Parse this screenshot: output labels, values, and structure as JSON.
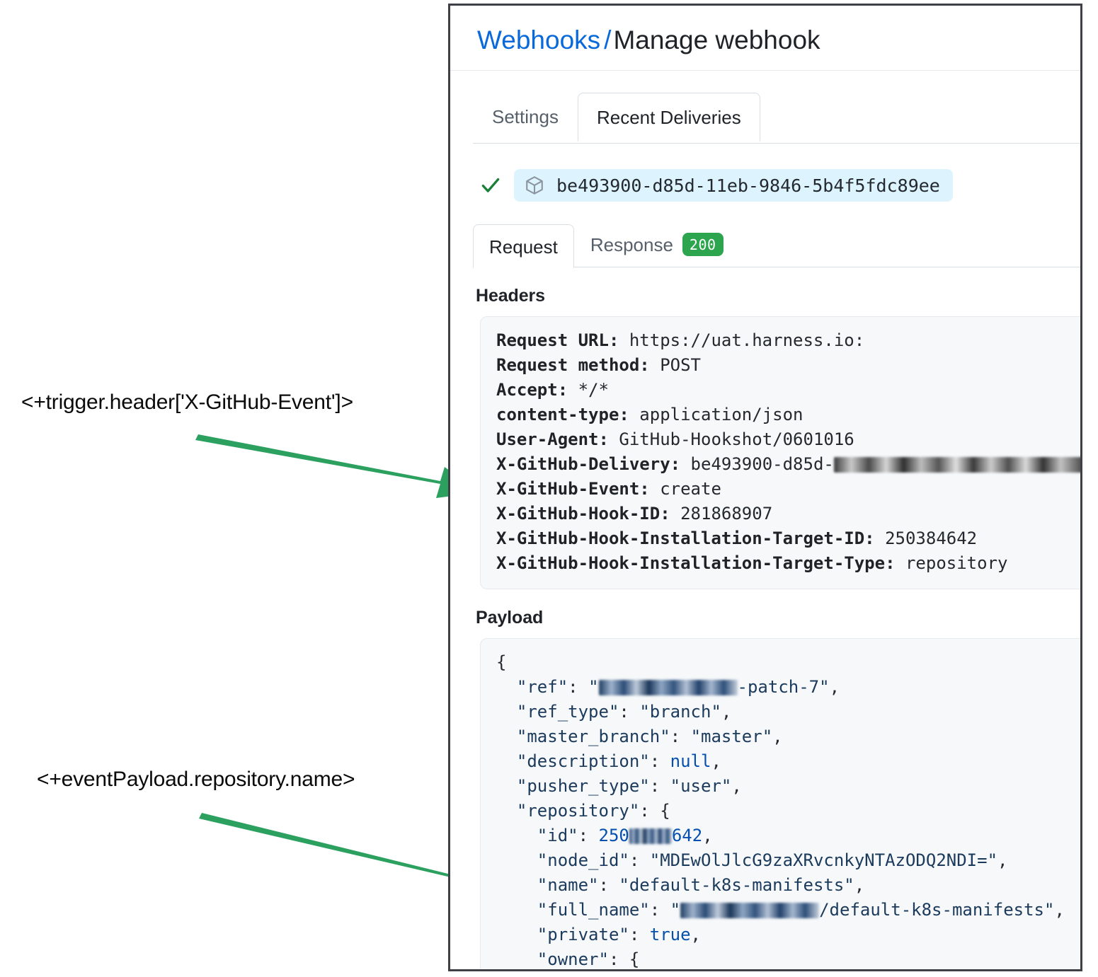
{
  "annotations": [
    {
      "id": "trigger-header",
      "text": "<+trigger.header['X-GitHub-Event']>",
      "arrow_color": "#2ba05f"
    },
    {
      "id": "event-payload",
      "text": "<+eventPayload.repository.name>",
      "arrow_color": "#2ba05f"
    }
  ],
  "panel": {
    "breadcrumb": {
      "parent": "Webhooks",
      "separator": "/",
      "current": "Manage webhook",
      "link_color": "#0969da"
    },
    "tabs": [
      {
        "label": "Settings",
        "selected": false
      },
      {
        "label": "Recent Deliveries",
        "selected": true
      }
    ],
    "delivery": {
      "status_icon": "check-icon",
      "package_icon": "package-icon",
      "guid": "be493900-d85d-11eb-9846-5b4f5fdc89ee",
      "pill_bg": "#ddf4ff",
      "check_color": "#1a7f37"
    },
    "subtabs": [
      {
        "label": "Request",
        "selected": true,
        "badge": null
      },
      {
        "label": "Response",
        "selected": false,
        "badge": "200",
        "badge_color": "#2da44e"
      }
    ],
    "headers_section": {
      "title": "Headers",
      "lines": [
        {
          "key": "Request URL:",
          "value": "https://uat.harness.io:"
        },
        {
          "key": "Request method:",
          "value": "POST"
        },
        {
          "key": "Accept:",
          "value": "*/*"
        },
        {
          "key": "content-type:",
          "value": "application/json"
        },
        {
          "key": "User-Agent:",
          "value": "GitHub-Hookshot/0601016"
        },
        {
          "key": "X-GitHub-Delivery:",
          "value": "be493900-d85d-11eb-9846-5b4f5fdc89ee",
          "visible_value": "be493900-d85d-",
          "redacted_tail": true
        },
        {
          "key": "X-GitHub-Event:",
          "value": "create"
        },
        {
          "key": "X-GitHub-Hook-ID:",
          "value": "281868907"
        },
        {
          "key": "X-GitHub-Hook-Installation-Target-ID:",
          "value": "250384642"
        },
        {
          "key": "X-GitHub-Hook-Installation-Target-Type:",
          "value": "repository"
        }
      ]
    },
    "payload_section": {
      "title": "Payload",
      "lines": [
        {
          "indent": 0,
          "text": "{"
        },
        {
          "indent": 1,
          "key": "\"ref\"",
          "value": "\"[redacted]-patch-7\"",
          "redacted_prefix": true,
          "visible_suffix": "-patch-7",
          "type": "string"
        },
        {
          "indent": 1,
          "key": "\"ref_type\"",
          "value": "\"branch\"",
          "type": "string"
        },
        {
          "indent": 1,
          "key": "\"master_branch\"",
          "value": "\"master\"",
          "type": "string"
        },
        {
          "indent": 1,
          "key": "\"description\"",
          "value": "null",
          "type": "literal"
        },
        {
          "indent": 1,
          "key": "\"pusher_type\"",
          "value": "\"user\"",
          "type": "string"
        },
        {
          "indent": 1,
          "key": "\"repository\"",
          "value": "{",
          "type": "object-open"
        },
        {
          "indent": 2,
          "key": "\"id\"",
          "value": "250384642",
          "type": "number",
          "partially_redacted": true,
          "visible_prefix": "250",
          "visible_suffix": "642"
        },
        {
          "indent": 2,
          "key": "\"node_id\"",
          "value": "\"MDEwOlJlcG9zaXRvcnkyNTAzODQ2NDI=\"",
          "type": "string"
        },
        {
          "indent": 2,
          "key": "\"name\"",
          "value": "\"default-k8s-manifests\"",
          "type": "string"
        },
        {
          "indent": 2,
          "key": "\"full_name\"",
          "value": "\"[redacted]/default-k8s-manifests\"",
          "redacted_prefix": true,
          "visible_suffix": "/default-k8s-manifests",
          "type": "string"
        },
        {
          "indent": 2,
          "key": "\"private\"",
          "value": "true",
          "type": "literal"
        },
        {
          "indent": 2,
          "key": "\"owner\"",
          "value": "{",
          "type": "object-open"
        }
      ]
    }
  }
}
